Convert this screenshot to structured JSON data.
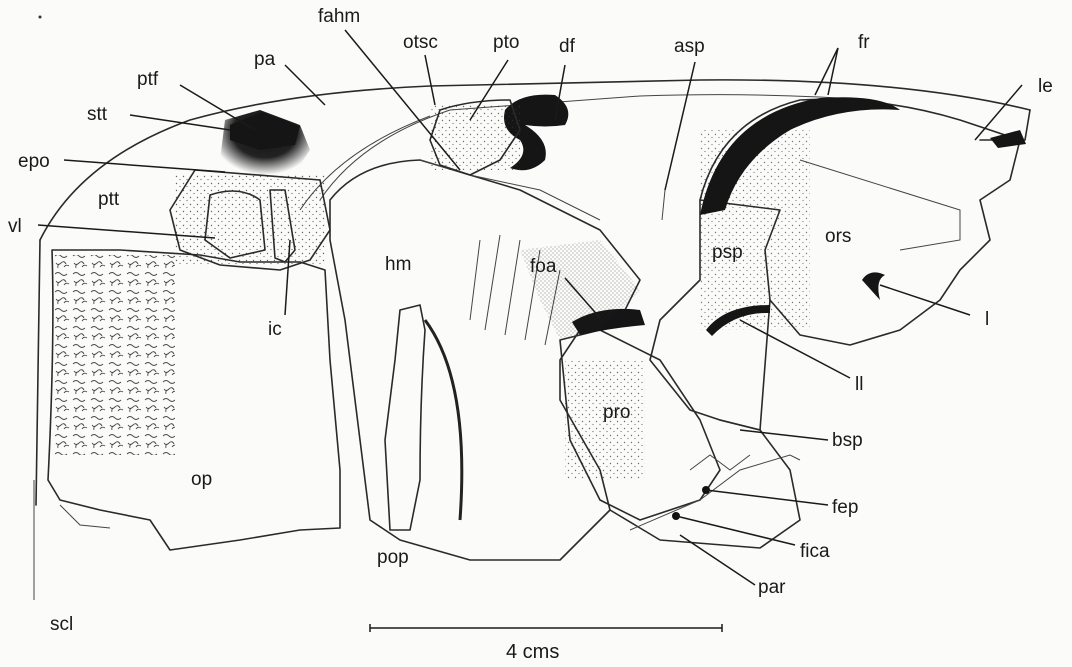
{
  "figure": {
    "labels": {
      "fahm": "fahm",
      "otsc": "otsc",
      "pto": "pto",
      "df": "df",
      "asp": "asp",
      "fr": "fr",
      "le": "le",
      "pa": "pa",
      "ptf": "ptf",
      "stt": "stt",
      "epo": "epo",
      "ptt": "ptt",
      "vl": "vl",
      "ic": "ic",
      "hm": "hm",
      "foa": "foa",
      "psp": "psp",
      "ors": "ors",
      "l": "l",
      "ll": "ll",
      "bsp": "bsp",
      "pro": "pro",
      "op": "op",
      "pop": "pop",
      "fep": "fep",
      "fica": "fica",
      "par": "par",
      "scl": "scl"
    },
    "scale_bar": {
      "label": "4 cms"
    },
    "colors": {
      "ink": "#1a1a1a",
      "shading": "#151515",
      "background": "#fbfbfa"
    }
  }
}
